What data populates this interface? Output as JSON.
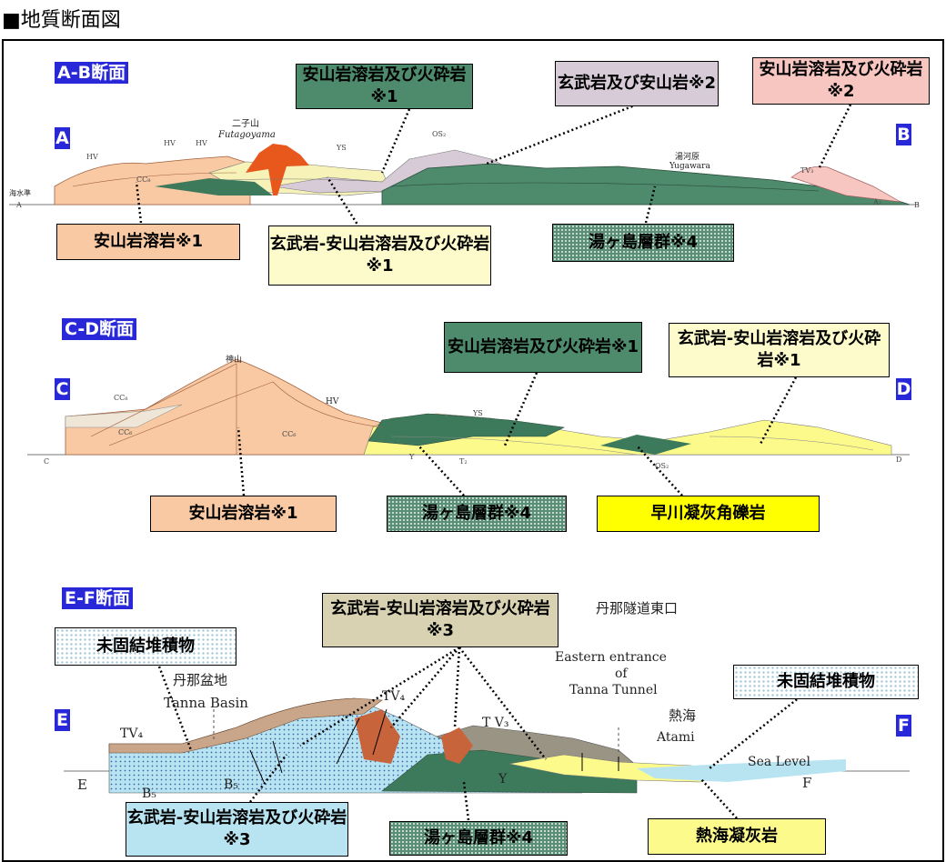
{
  "title": "■地質断面図",
  "sections": {
    "ab": {
      "title": "A-B断面",
      "left": "A",
      "right": "B"
    },
    "cd": {
      "title": "C-D断面",
      "left": "C",
      "right": "D"
    },
    "ef": {
      "title": "E-F断面",
      "left": "E",
      "right": "F"
    }
  },
  "labels": {
    "ab_andesite_pyro1": "安山岩溶岩及び火砕岩※1",
    "ab_basalt_andesite2": "玄武岩及び安山岩※2",
    "ab_andesite_pyro2": "安山岩溶岩及び火砕岩※2",
    "ab_andesite_lava1": "安山岩溶岩※1",
    "ab_basalt_andesite_lava1": "玄武岩-安山岩溶岩及び火砕岩※1",
    "ab_yugashima4": "湯ヶ島層群※4",
    "cd_andesite_pyro1": "安山岩溶岩及び火砕岩※1",
    "cd_basalt_andesite_lava1": "玄武岩-安山岩溶岩及び火砕岩※1",
    "cd_andesite_lava1": "安山岩溶岩※1",
    "cd_yugashima4": "湯ヶ島層群※4",
    "cd_hayakawa": "早川凝灰角礫岩",
    "ef_unconsolidated_left": "未固結堆積物",
    "ef_basalt_andesite3_top": "玄武岩-安山岩溶岩及び火砕岩※3",
    "ef_unconsolidated_right": "未固結堆積物",
    "ef_basalt_andesite3_bottom": "玄武岩-安山岩溶岩及び火砕岩※3",
    "ef_yugashima4": "湯ヶ島層群※4",
    "ef_atami_tuff": "熱海凝灰岩"
  },
  "map_text": {
    "ab_futago": "二子山",
    "ab_futagoyama": "Futagoyama",
    "ab_yugawara_jp": "湯河原",
    "ab_yugawara": "Yugawara",
    "ab_sealevel": "海水準",
    "cd_shinzan": "神山",
    "cd_hv": "HV",
    "ef_tanna_basin_jp": "丹那盆地",
    "ef_tanna_basin": "Tanna  Basin",
    "ef_tunnel_jp": "丹那隧道東口",
    "ef_tunnel_en1": "Eastern entrance",
    "ef_tunnel_en2": "of",
    "ef_tunnel_en3": "Tanna  Tunnel",
    "ef_atami_jp": "熱海",
    "ef_atami": "Atami",
    "ef_sealevel": "Sea Level",
    "ef_tv4_left": "TV₄",
    "ef_tv4_top": "TV₄",
    "ef_tv3": "T V₃",
    "ef_b5_left": "B₅",
    "ef_b5_mid": "B₅",
    "ef_y": "Y",
    "ef_e": "E",
    "ef_f": "F"
  },
  "colors": {
    "section_tag": "#2828d8",
    "andesite_lava": "#f8c9a2",
    "andesite_pyro": "#4e8a6c",
    "basalt_andesite_purple": "#d7cbd8",
    "andesite_pink": "#f7c6c0",
    "basalt_andesite_lava_yellow": "#fdfbcb",
    "yugashima": "#5a8e76",
    "hayakawa": "#ffff00",
    "basalt_andesite3": "#d8d2b2",
    "unconsolidated_dots": "#9fc7d8",
    "basalt_andesite3_blue": "#b8e4f2",
    "atami_tuff": "#fdfa8c"
  }
}
